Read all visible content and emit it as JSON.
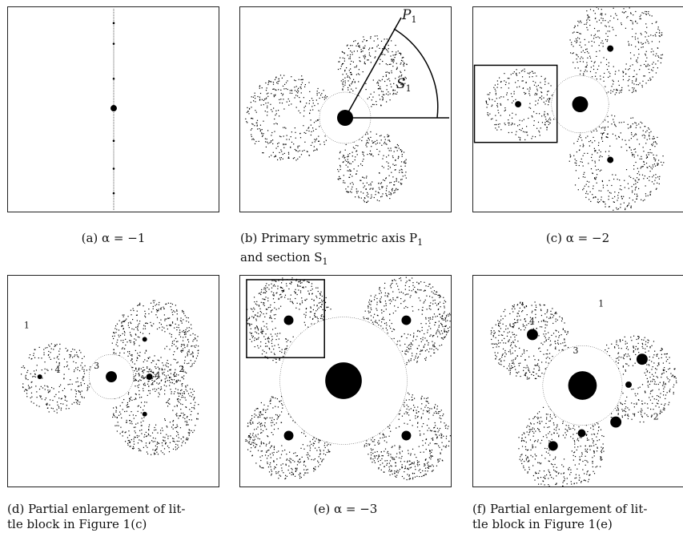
{
  "captions": {
    "a": "(a)  α = −1",
    "b_line1": "(b)  Primary symmetric axis P",
    "b_line1_sub": "1",
    "b_line2": "and section S",
    "b_line2_sub": "1",
    "c": "(c)  α = −2",
    "d_line1": "(d)  Partial enlargement of lit-",
    "d_line2": "tle block in Figure 1(c)",
    "e": "(e)  α = −3",
    "f_line1": "(f)  Partial enlargement of lit-",
    "f_line2": "tle block in Figure 1(e)"
  },
  "panel_b_labels": {
    "axis": "P",
    "axis_sub": "1",
    "section": "S",
    "section_sub": "1"
  },
  "panel_d_labels": [
    "1",
    "2",
    "3",
    "4",
    "4"
  ],
  "panel_f_labels": [
    "1",
    "2",
    "3",
    "4"
  ]
}
